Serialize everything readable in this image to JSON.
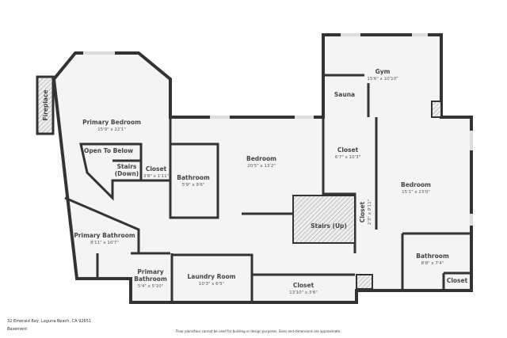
{
  "rooms": {
    "primary_bedroom": {
      "name": "Primary Bedroom",
      "dims": "15'9\" x 22'1\""
    },
    "fireplace": {
      "name": "Fireplace"
    },
    "open_to_below": {
      "name": "Open To Below"
    },
    "stairs_down": {
      "name": "Stairs",
      "name2": "(Down)"
    },
    "closet_small": {
      "name": "Closet",
      "dims": "3'8\" x 1'11\""
    },
    "bathroom_mid": {
      "name": "Bathroom",
      "dims": "5'9\" x 9'6\""
    },
    "bedroom_mid": {
      "name": "Bedroom",
      "dims": "20'5\" x 13'2\""
    },
    "gym": {
      "name": "Gym",
      "dims": "15'6\" x 10'10\""
    },
    "sauna": {
      "name": "Sauna"
    },
    "closet_mid": {
      "name": "Closet",
      "dims": "6'7\" x 10'3\""
    },
    "closet_narrow": {
      "name": "Closet",
      "dims": "2'3\" x 9'11\""
    },
    "bedroom_right": {
      "name": "Bedroom",
      "dims": "15'1\" x 23'0\""
    },
    "stairs_up": {
      "name": "Stairs (Up)"
    },
    "primary_bathroom_1": {
      "name": "Primary Bathroom",
      "dims": "8'11\" x 10'7\""
    },
    "primary_bathroom_2": {
      "name": "Primary",
      "name2": "Bathroom",
      "dims": "5'4\" x 5'10\""
    },
    "laundry": {
      "name": "Laundry Room",
      "dims": "10'3\" x 6'5\""
    },
    "closet_hall": {
      "name": "Closet",
      "dims": "13'10\" x 3'6\""
    },
    "bathroom_right": {
      "name": "Bathroom",
      "dims": "8'8\" x 7'4\""
    },
    "closet_right": {
      "name": "Closet"
    }
  },
  "footer": {
    "address": "32 Emerald Bay, Laguna Beach, CA 92651",
    "floor": "Basement",
    "disclaimer": "Floor plans/tour cannot be used for building or design purposes. Sizes and dimensions are approximate."
  }
}
